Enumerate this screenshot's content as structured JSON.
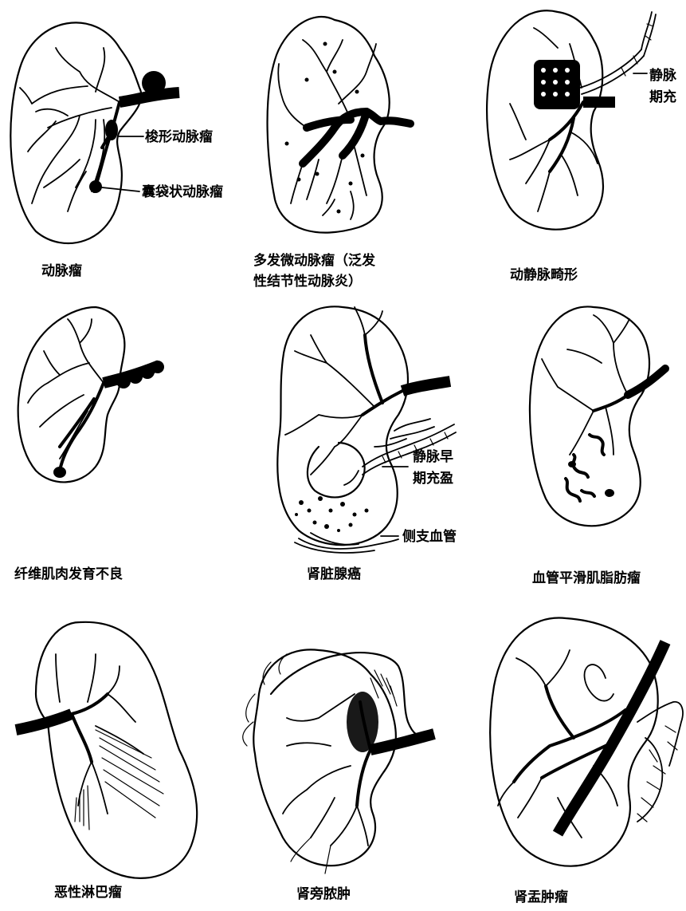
{
  "panels": [
    {
      "caption_lines": [
        "动脉瘤"
      ],
      "annotations": [
        "梭形动脉瘤",
        "囊袋状动脉瘤"
      ]
    },
    {
      "caption_lines": [
        "多发微动脉瘤（泛发",
        "性结节性动脉炎）"
      ],
      "annotations": []
    },
    {
      "caption_lines": [
        "动静脉畸形"
      ],
      "annotations": [
        "静脉",
        "期充"
      ]
    },
    {
      "caption_lines": [
        "纤维肌肉发育不良"
      ],
      "annotations": []
    },
    {
      "caption_lines": [
        "肾脏腺癌"
      ],
      "annotations": [
        "静脉早",
        "期充盈",
        "侧支血管"
      ]
    },
    {
      "caption_lines": [
        "血管平滑肌脂肪瘤"
      ],
      "annotations": []
    },
    {
      "caption_lines": [
        "恶性淋巴瘤"
      ],
      "annotations": []
    },
    {
      "caption_lines": [
        "肾旁脓肿"
      ],
      "annotations": []
    },
    {
      "caption_lines": [
        "肾盂肿瘤"
      ],
      "annotations": []
    }
  ]
}
